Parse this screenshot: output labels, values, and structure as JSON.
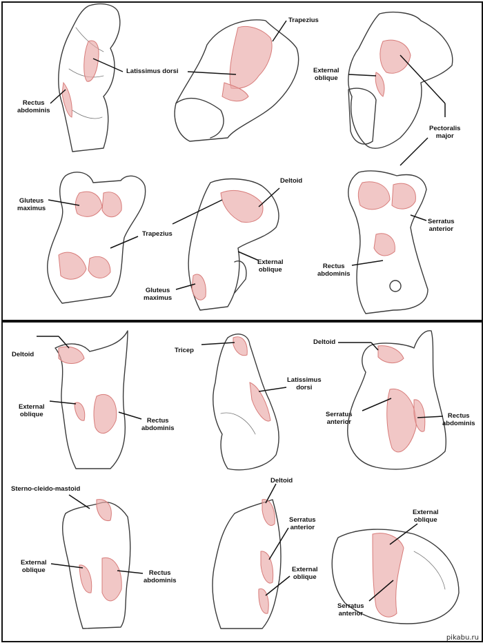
{
  "labels": {
    "rectus_1": "Rectus\nabdominis",
    "lat_1": "Latissimus dorsi",
    "trap_1": "Trapezius",
    "ext_obl_1": "External\noblique",
    "pec_1": "Pectoralis\nmajor",
    "glut_1": "Gluteus\nmaximus",
    "trap_2": "Trapezius",
    "deltoid_1": "Deltoid",
    "ext_obl_2": "External\noblique",
    "glut_2": "Gluteus\nmaximus",
    "serratus_1": "Serratus\nanterior",
    "rectus_2": "Rectus\nabdominis",
    "deltoid_2": "Deltoid",
    "ext_obl_3": "External\noblique",
    "rectus_3": "Rectus\nabdominis",
    "tricep": "Tricep",
    "lat_2": "Latissimus\ndorsi",
    "deltoid_3": "Deltoid",
    "serratus_2": "Serratus\nanterior",
    "rectus_4": "Rectus\nabdominis",
    "scm": "Sterno-cleido-mastoid",
    "ext_obl_4": "External\noblique",
    "rectus_5": "Rectus\nabdominis",
    "deltoid_4": "Deltoid",
    "serratus_3": "Serratus\nanterior",
    "ext_obl_5": "External\noblique",
    "ext_obl_6": "External\noblique",
    "serratus_4": "Serratus\nanterior"
  },
  "watermark": "pikabu.ru",
  "colors": {
    "muscle": "#e9a9a7",
    "stroke": "#3a3a3a"
  }
}
